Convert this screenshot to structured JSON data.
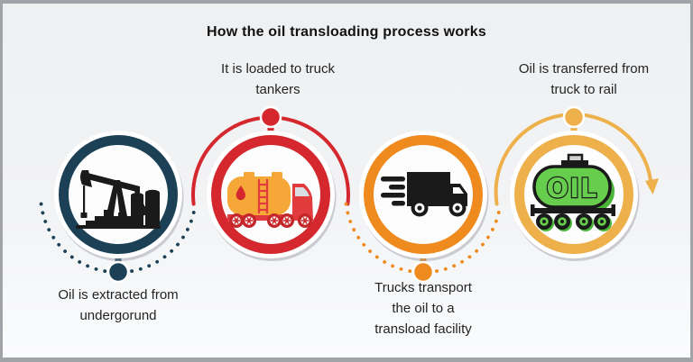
{
  "frame": {
    "background": "#f1f2f4",
    "border_color": "#a2a3a8"
  },
  "title": "How the oil transloading process works",
  "steps": [
    {
      "name": "extraction",
      "label": "Oil is extracted from undergorund",
      "label_lines": [
        "Oil is extracted from",
        "undergorund"
      ],
      "label_position": "below-circle",
      "color": "#1c4156",
      "icon": "oil-pump-jack-icon",
      "connector": "dotted-arc-bottom-with-node"
    },
    {
      "name": "loading",
      "label": "It is loaded to truck tankers",
      "label_lines": [
        "It is loaded to truck",
        "tankers"
      ],
      "label_position": "above-circle",
      "color": "#d4282e",
      "icon": "tanker-truck-icon",
      "connector": "solid-arc-top-with-node"
    },
    {
      "name": "transport",
      "label": "Trucks transport the oil to a transload facility",
      "label_lines": [
        "Trucks transport",
        "the oil to a",
        "transload facility"
      ],
      "label_position": "below-circle",
      "color": "#ee8a1e",
      "icon": "fast-delivery-truck-icon",
      "connector": "dotted-arc-bottom-with-node"
    },
    {
      "name": "transfer",
      "label": "Oil is transferred from truck to rail",
      "label_lines": [
        "Oil is transferred from",
        "truck to rail"
      ],
      "label_position": "above-circle",
      "color": "#edb04a",
      "icon": "rail-tank-car-icon",
      "icon_label": "OIL",
      "connector": "solid-arc-top-with-node-and-arrow"
    }
  ],
  "icon_colors": {
    "silhouette_black": "#1a1a1a",
    "tanker_tank_orange": "#f5a838",
    "tanker_cab_red": "#e23b3d",
    "wheel_red": "#c4262a",
    "window_gray": "#d8dee3",
    "drop_red": "#d4282e",
    "wagon_green": "#66cd4d",
    "wagon_green_dark": "#49b438"
  }
}
